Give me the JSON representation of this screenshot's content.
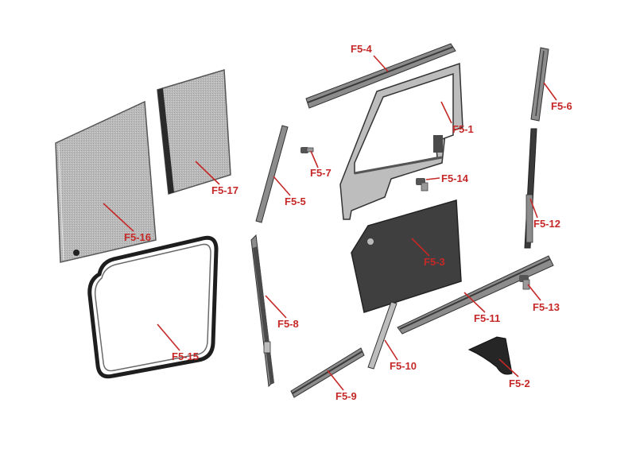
{
  "colors": {
    "label": "#c62828",
    "leader": "#c62828",
    "part_dark": "#3a3a3a",
    "part_mid": "#8c8c8c",
    "part_light": "#c2c2c2",
    "outline": "#1e1e1e"
  },
  "labels": {
    "f5_1": "F5-1",
    "f5_2": "F5-2",
    "f5_3": "F5-3",
    "f5_4": "F5-4",
    "f5_5": "F5-5",
    "f5_6": "F5-6",
    "f5_7": "F5-7",
    "f5_8": "F5-8",
    "f5_9": "F5-9",
    "f5_10": "F5-10",
    "f5_11": "F5-11",
    "f5_12": "F5-12",
    "f5_13": "F5-13",
    "f5_14": "F5-14",
    "f5_15": "F5-15",
    "f5_16": "F5-16",
    "f5_17": "F5-17"
  }
}
